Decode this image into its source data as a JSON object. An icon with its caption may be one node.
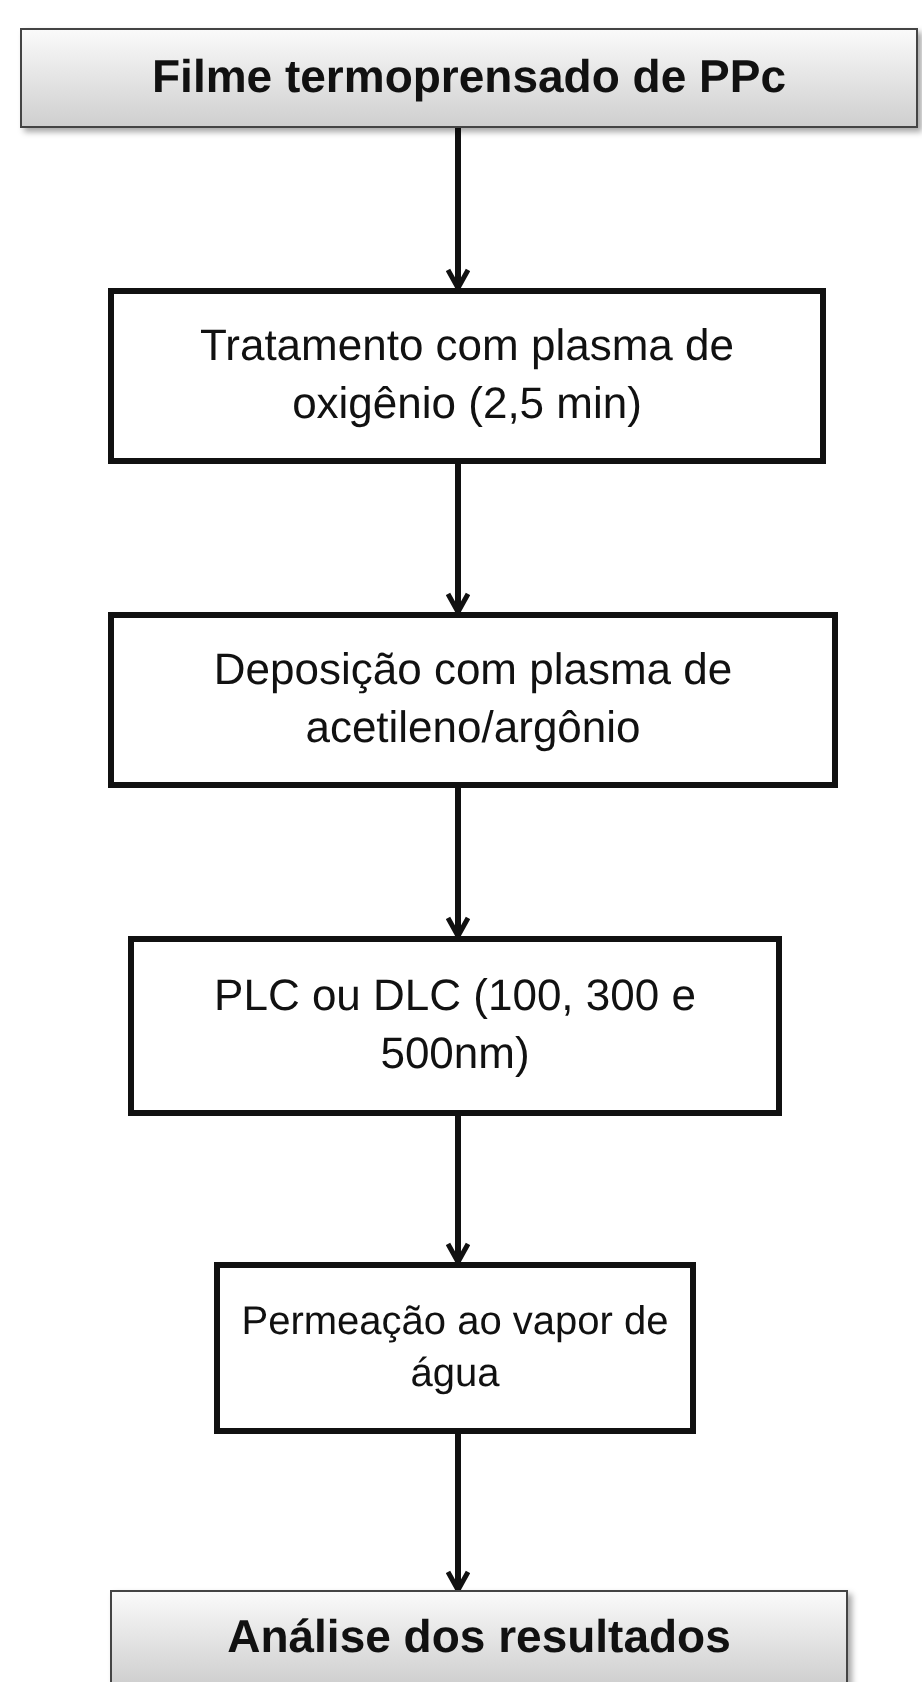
{
  "diagram": {
    "nodes": [
      {
        "text": [
          "Filme termoprensado de PPc"
        ]
      },
      {
        "text": [
          "Tratamento com plasma de oxigênio (2,5 min)"
        ]
      },
      {
        "text": [
          "Deposição com plasma de acetileno/argônio"
        ]
      },
      {
        "text": [
          "PLC ou DLC (100, 300 e 500nm)"
        ]
      },
      {
        "text": [
          "Permeação ao vapor de água"
        ]
      },
      {
        "text": [
          "Análise dos resultados"
        ]
      }
    ],
    "edges": [
      {
        "from": 0,
        "to": 1,
        "arrow": "to"
      },
      {
        "from": 1,
        "to": 2,
        "arrow": "to"
      },
      {
        "from": 2,
        "to": 3,
        "arrow": "to"
      },
      {
        "from": 3,
        "to": 4,
        "arrow": "to"
      },
      {
        "from": 4,
        "to": 5,
        "arrow": "to"
      }
    ]
  }
}
